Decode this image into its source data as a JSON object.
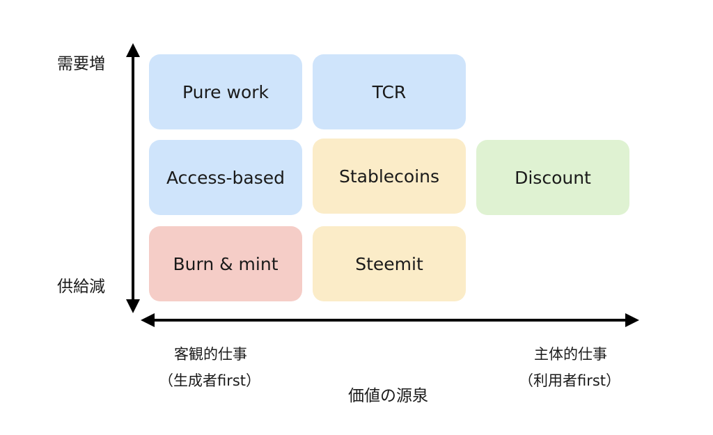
{
  "axes": {
    "y_top_label": "需要増",
    "y_bottom_label": "供給減",
    "x_left_label_line1": "客観的仕事",
    "x_left_label_line2": "（生成者first）",
    "x_right_label_line1": "主体的仕事",
    "x_right_label_line2": "（利用者first）",
    "x_title": "価値の源泉"
  },
  "boxes": {
    "pure_work": "Pure work",
    "tcr": "TCR",
    "access_based": "Access-based",
    "stablecoins": "Stablecoins",
    "discount": "Discount",
    "burn_mint": "Burn & mint",
    "steemit": "Steemit"
  },
  "colors": {
    "blue": "#cfe4fb",
    "yellow": "#fbecc8",
    "green": "#dff2d2",
    "red": "#f5cdc7",
    "axis": "#000000"
  }
}
